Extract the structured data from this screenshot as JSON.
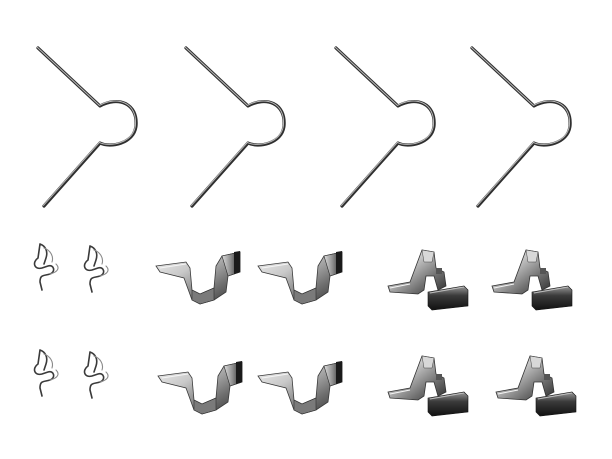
{
  "image": {
    "background": "#ffffff",
    "colors": {
      "metal_dark": "#2e2e2e",
      "metal_mid": "#6f6f6f",
      "metal_light": "#c9c9c9",
      "metal_highlight": "#f2f2f2"
    },
    "items": {
      "springs": 4,
      "small_clips": 4,
      "bracket_clips_plain": 4,
      "bracket_clips_with_pad": 4
    }
  }
}
